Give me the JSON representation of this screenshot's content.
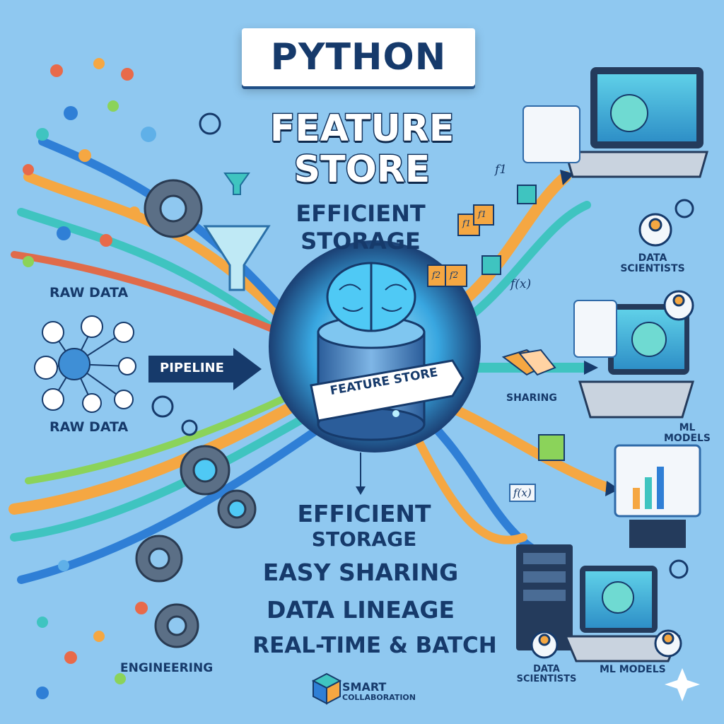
{
  "banner": {
    "title": "PYTHON"
  },
  "header": {
    "title_line1": "FEATURE",
    "title_line2": "STORE",
    "subtitle_line1": "EFFICIENT",
    "subtitle_line2": "STORAGE"
  },
  "center": {
    "ribbon": "FEATURE STORE"
  },
  "pipeline": {
    "label": "PIPELINE"
  },
  "left_labels": {
    "raw_data_1": "RAW DATA",
    "raw_data_2": "RAW DATA",
    "engineering": "ENGINEERING"
  },
  "right_labels": {
    "data_scientists_1_line1": "DATA",
    "data_scientists_1_line2": "SCIENTISTS",
    "sharing": "SHARING",
    "ml_models_1_line1": "ML",
    "ml_models_1_line2": "MODELS",
    "data_scientists_2_line1": "DATA",
    "data_scientists_2_line2": "SCIENTISTS",
    "ml_models_2": "ML MODELS"
  },
  "features": {
    "item1_line1": "EFFICIENT",
    "item1_line2": "STORAGE",
    "item2": "EASY SHARING",
    "item3": "DATA LINEAGE",
    "item4": "REAL-TIME & BATCH"
  },
  "footer": {
    "brand_line1": "SMART",
    "brand_line2": "COLLABORATION"
  },
  "formula_labels": {
    "f1": "f1",
    "fx_1": "f(x)",
    "fx_2": "f(x)",
    "cube_f1a": "f1",
    "cube_f1b": "f1",
    "cube_f2a": "f2",
    "cube_f2b": "f2"
  },
  "colors": {
    "background": "#8fc8f0",
    "navy": "#163a6b",
    "stream_orange": "#f5a742",
    "stream_teal": "#3fc4c0",
    "stream_blue": "#2f7fd6",
    "stream_green": "#8bd35a",
    "brain_glow": "#4fc9f5"
  }
}
